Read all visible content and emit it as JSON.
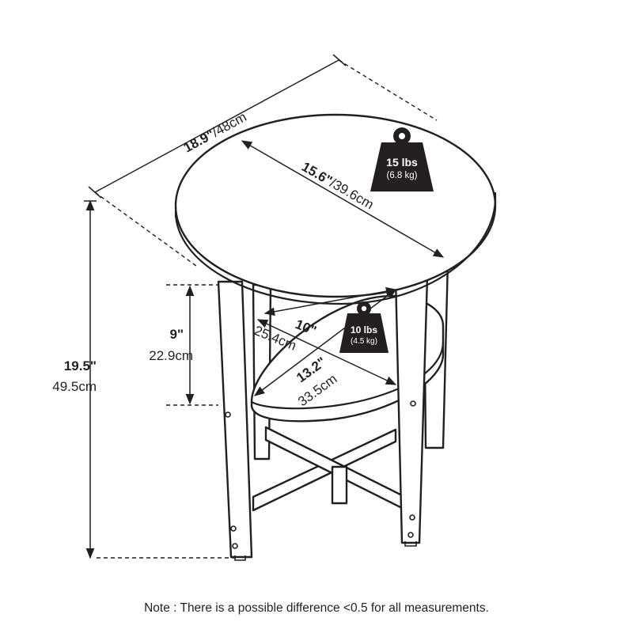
{
  "dimensions": {
    "top_outer_width": {
      "imperial": "18.9\"",
      "metric": "/48cm"
    },
    "top_inner_width": {
      "imperial": "15.6\"",
      "metric": "/39.6cm"
    },
    "shelf_height": {
      "imperial": "9\"",
      "metric": "22.9cm"
    },
    "shelf_depth": {
      "imperial": "10\"",
      "metric": "25.4cm"
    },
    "shelf_width": {
      "imperial": "13.2\"",
      "metric": "33.5cm"
    },
    "total_height": {
      "imperial": "19.5\"",
      "metric": "49.5cm"
    }
  },
  "weights": {
    "top": {
      "lbs": "15 lbs",
      "kg": "(6.8 kg)",
      "icon": "weight-icon"
    },
    "shelf": {
      "lbs": "10 lbs",
      "kg": "(4.5 kg)",
      "icon": "weight-icon"
    }
  },
  "note": "Note : There is a possible difference <0.5 for all measurements."
}
